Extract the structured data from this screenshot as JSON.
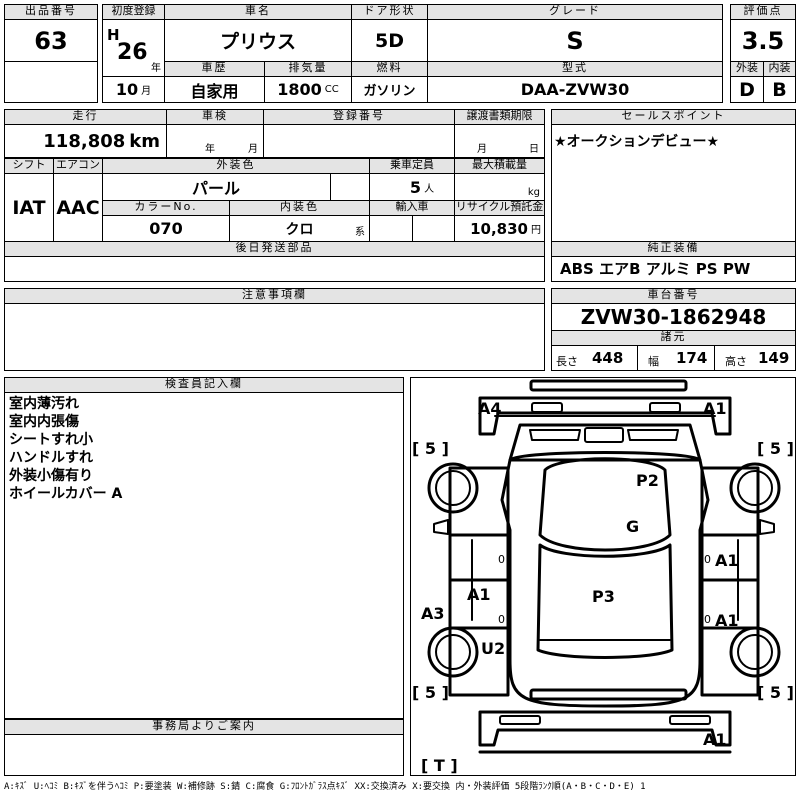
{
  "labels": {
    "lot_no": "出品番号",
    "first_reg": "初度登録",
    "car_name": "車名",
    "door_type": "ドア形状",
    "grade": "グレード",
    "score": "評価点",
    "history": "車歴",
    "displacement": "排気量",
    "fuel": "燃料",
    "model_code": "型式",
    "exterior": "外装",
    "interior": "内装",
    "mileage": "走行",
    "inspection": "車検",
    "reg_no": "登録番号",
    "transfer_deadline": "譲渡書類期限",
    "sales_point": "セールスポイント",
    "shift": "シフト",
    "aircon": "エアコン",
    "ext_color": "外装色",
    "capacity": "乗車定員",
    "max_load": "最大積載量",
    "color_no": "カラーNo.",
    "int_color": "内装色",
    "import": "輸入車",
    "recycle": "リサイクル預託金",
    "later_parts": "後日発送部品",
    "genuine_equipment": "純正装備",
    "notes": "注意事項欄",
    "chassis_no": "車台番号",
    "specs": "諸元",
    "length": "長さ",
    "width": "幅",
    "height": "高さ",
    "inspector": "検査員記入欄",
    "office": "事務局よりご案内"
  },
  "units": {
    "year": "年",
    "month": "月",
    "cc": "CC",
    "km": "km",
    "people": "人",
    "kg": "kg",
    "yen": "円",
    "kei": "系",
    "era": "H"
  },
  "vehicle": {
    "lot_no": "63",
    "reg_year": "26",
    "reg_month": "10",
    "car_name": "プリウス",
    "door": "5D",
    "grade": "S",
    "score": "3.5",
    "history": "自家用",
    "displacement": "1800",
    "fuel": "ガソリン",
    "model_code": "DAA-ZVW30",
    "ext_score": "D",
    "int_score": "B",
    "mileage": "118,808",
    "shift": "IAT",
    "aircon": "AAC",
    "ext_color": "パール",
    "capacity": "5",
    "color_no": "070",
    "int_color": "クロ",
    "recycle_fee": "10,830",
    "sales_point": "★オークションデビュー★",
    "equipment": "ABS エアB アルミ PS PW",
    "chassis_no": "ZVW30-1862948",
    "length": "448",
    "width": "174",
    "height": "149"
  },
  "remarks": [
    "室内薄汚れ",
    "室内内張傷",
    "シートすれ小",
    "ハンドルすれ",
    "外装小傷有り",
    "ホイールカバー A"
  ],
  "diagram": {
    "A4": "A4",
    "A1_front": "A1",
    "P2": "P2",
    "G": "G",
    "A1_right_front": "A1",
    "A1_left": "A1",
    "P3": "P3",
    "A1_right_rear": "A1",
    "A3": "A3",
    "U2": "U2",
    "A1_rear": "A1",
    "tire_fl": "[ 5 ]",
    "tire_fr": "[ 5 ]",
    "tire_rl": "[ 5 ]",
    "tire_rr": "[ 5 ]",
    "spare": "[ T ]",
    "zero1": "0",
    "zero2": "0",
    "zero3": "0",
    "zero4": "0"
  },
  "legend": "A:ｷｽﾞ U:ﾍｺﾐ B:ｷｽﾞを伴うﾍｺﾐ P:要塗装 W:補修跡 S:錆 C:腐食 G:ﾌﾛﾝﾄｶﾞﾗｽ点ｷｽﾞ XX:交換済み X:要交換 内・外装評価 5段階ﾗﾝｸ順(A・B・C・D・E) 1"
}
